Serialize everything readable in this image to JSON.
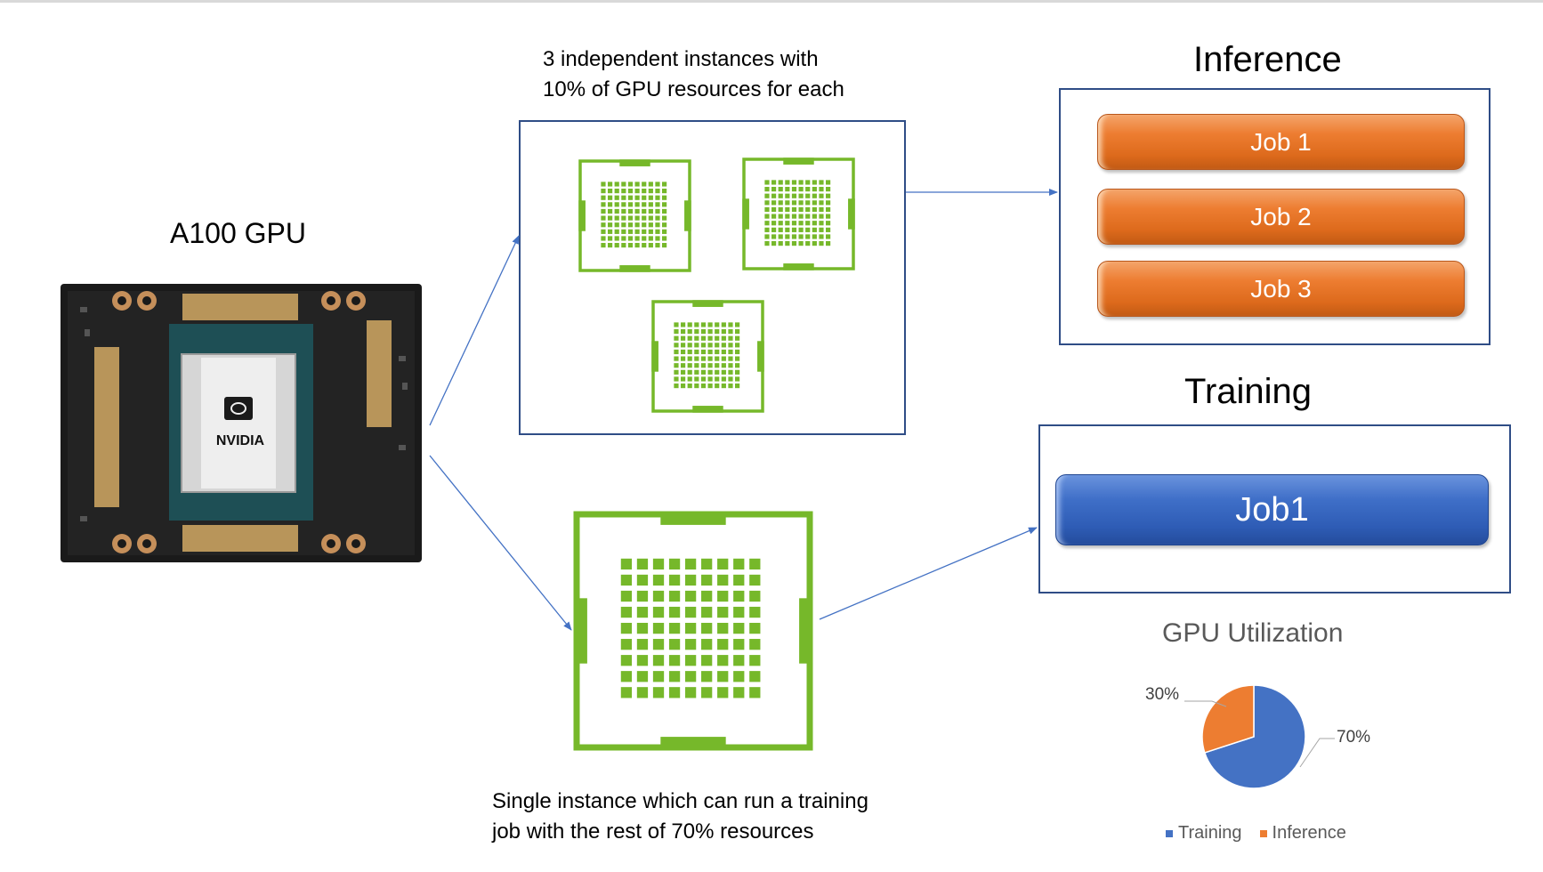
{
  "gpu_label": "A100 GPU",
  "gpu_brand": "NVIDIA",
  "top_caption": {
    "line1": "3 independent instances with",
    "line2": "10% of GPU resources for each"
  },
  "bottom_caption": {
    "line1": "Single instance which can run a training",
    "line2": "job with the rest of 70% resources"
  },
  "inference": {
    "title": "Inference",
    "jobs": [
      "Job 1",
      "Job 2",
      "Job 3"
    ]
  },
  "training": {
    "title": "Training",
    "jobs": [
      "Job1"
    ]
  },
  "colors": {
    "instance_green": "#76b82a",
    "box_border": "#2f4d86",
    "arrow": "#4472c4",
    "training": "#4472c4",
    "inference": "#ed7d31"
  },
  "chart_data": {
    "type": "pie",
    "title": "GPU Utilization",
    "categories": [
      "Training",
      "Inference"
    ],
    "values": [
      70,
      30
    ],
    "labels": [
      "70%",
      "30%"
    ],
    "colors": [
      "#4472c4",
      "#ed7d31"
    ],
    "legend": "bottom"
  }
}
